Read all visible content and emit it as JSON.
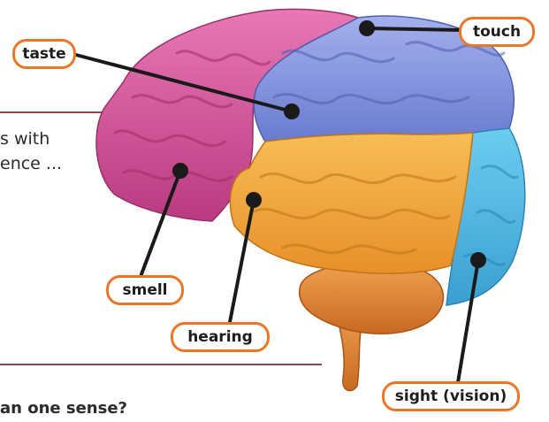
{
  "labels": {
    "taste": "taste",
    "touch": "touch",
    "smell": "smell",
    "hearing": "hearing",
    "sight": "sight (vision)"
  },
  "page_text": {
    "fragment_1": "s with",
    "fragment_2": "ence ...",
    "fragment_3": "an one sense?"
  },
  "colors": {
    "frontal_lobe": "#d4549a",
    "parietal_lobe": "#7e8fdc",
    "temporal_lobe": "#f2a53a",
    "occipital_lobe": "#4fb6de",
    "brainstem": "#e08a3a",
    "label_border": "#e8772a",
    "pointer": "#1a1a1a"
  }
}
